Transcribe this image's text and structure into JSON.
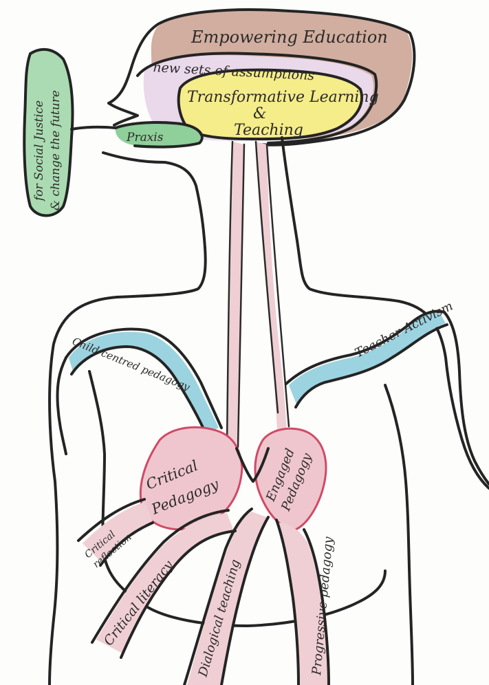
{
  "colors": {
    "paper": "#fdfdfb",
    "ink": "#242424",
    "brown": "#c9a08e",
    "lilac": "#ead9ea",
    "yellow": "#f5ec8a",
    "green": "#8fcf9a",
    "blue": "#9cd3e0",
    "pink": "#e7a8b4",
    "pink_light": "#efc6cd",
    "stem": "#efcfd4"
  },
  "labels": {
    "empowering_education": "Empowering Education",
    "new_sets": "new sets of assumptions",
    "transformative_line1": "Transformative Learning",
    "transformative_line2": "&",
    "transformative_line3": "Teaching",
    "praxis": "Praxis",
    "social_justice_line1": "for Social Justice",
    "social_justice_line2": "& change the future",
    "child_centred": "Child-centred pedagogy",
    "teacher_activism": "Teacher Activism",
    "critical_pedagogy_line1": "Critical",
    "critical_pedagogy_line2": "Pedagogy",
    "engaged_pedagogy_line1": "Engaged",
    "engaged_pedagogy_line2": "Pedagogy",
    "critical_reflection_line1": "Critical",
    "critical_reflection_line2": "reflection",
    "critical_literacy": "Critical literacy",
    "dialogical_teaching": "Dialogical teaching",
    "progressive_pedagogy": "Progressive pedagogy"
  }
}
